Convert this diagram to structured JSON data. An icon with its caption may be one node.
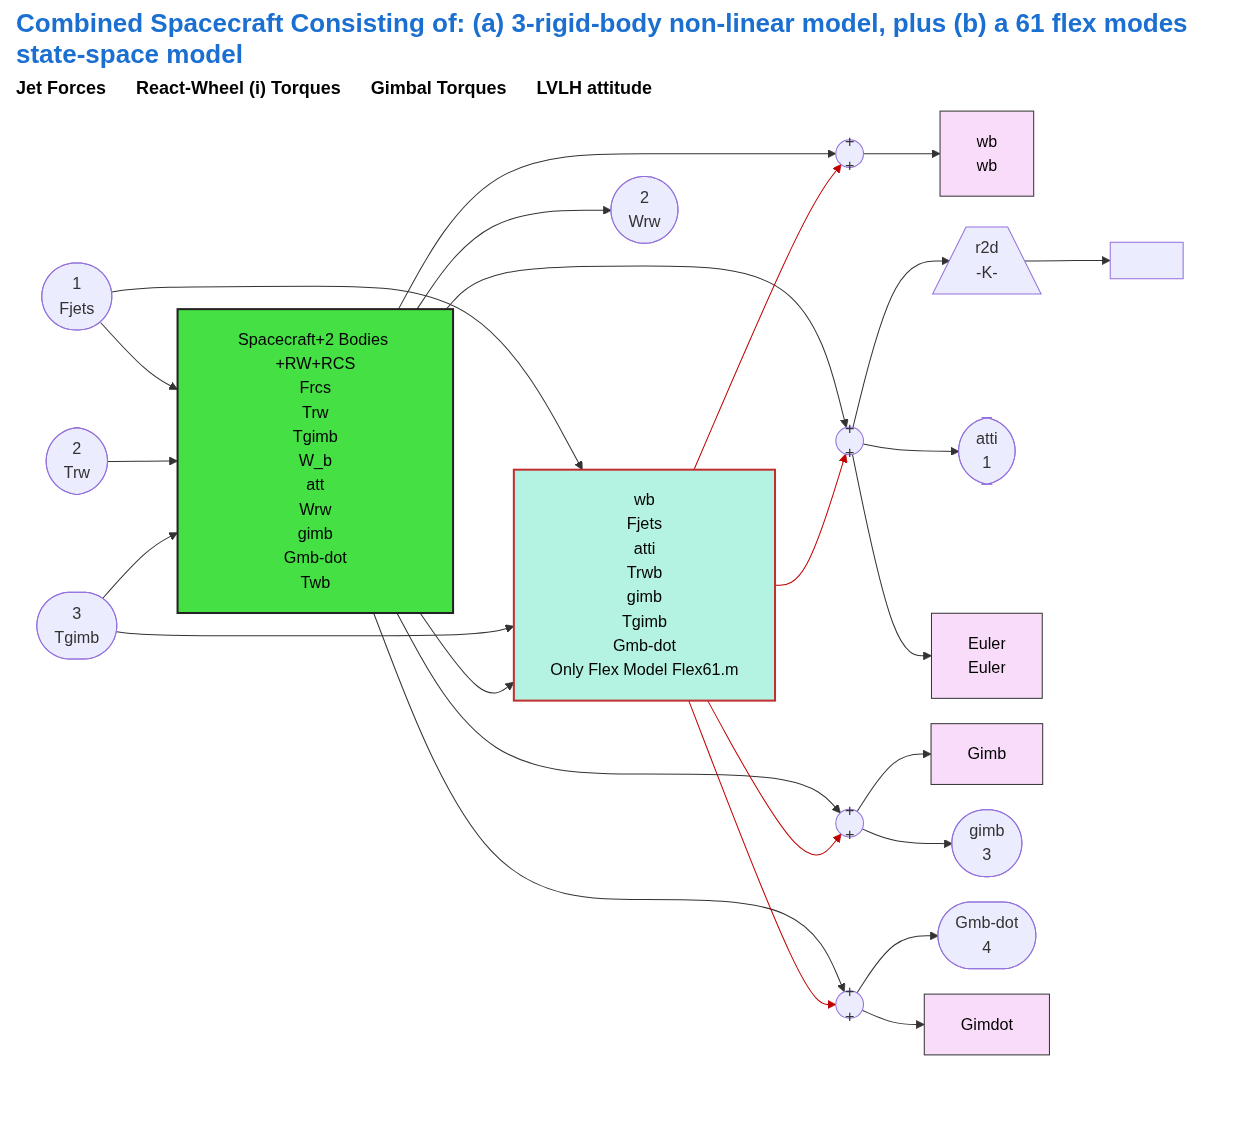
{
  "diagram": {
    "title": "Combined Spacecraft Consisting of: (a) 3-rigid-body non-linear model, plus (b) a 61 flex modes state-space model",
    "nodes": [
      {
        "text": [
          "1",
          "Fjets"
        ]
      },
      {
        "text": [
          "2",
          "Trw"
        ]
      },
      {
        "text": [
          "3",
          "Tgimb"
        ]
      },
      {
        "text": [
          "Spacecraft+2 Bodies +RW+RCS",
          "Frcs",
          "Trw",
          "Tgimb",
          "W_b",
          "att",
          "Wrw",
          "gimb",
          "Gmb-dot",
          "Twb"
        ]
      },
      {
        "text": [
          "wb",
          "Fjets",
          "atti",
          "Trwb",
          "gimb",
          "Tgimb",
          "Gmb-dot",
          "Only Flex Model Flex61.m"
        ]
      },
      {
        "text": [
          "+",
          "+"
        ]
      },
      {
        "text": [
          "+",
          "+"
        ]
      },
      {
        "text": [
          "wb",
          "wb"
        ]
      },
      {
        "text": [
          "r2d",
          "-K-"
        ]
      },
      {
        "text": [],
        "shape": "box"
      },
      {
        "text": [
          "atti",
          "1"
        ]
      },
      {
        "text": [
          "Euler",
          "Euler"
        ]
      },
      {
        "text": [
          "2",
          "Wrw"
        ]
      },
      {
        "text": [
          "+",
          "+"
        ]
      },
      {
        "text": [
          "+",
          "+"
        ]
      },
      {
        "text": [
          "Gimb"
        ]
      },
      {
        "text": [
          "gimb",
          "3"
        ]
      },
      {
        "text": [
          "Gmb-dot",
          "4"
        ]
      },
      {
        "text": [
          "Gimdot"
        ]
      }
    ],
    "edges": [
      {
        "from": 0,
        "to": 3,
        "arrow": "to"
      },
      {
        "from": 0,
        "to": 4,
        "arrow": "to"
      },
      {
        "from": 1,
        "to": 3,
        "arrow": "to"
      },
      {
        "from": 2,
        "to": 3,
        "arrow": "to"
      },
      {
        "from": 2,
        "to": 4,
        "arrow": "to"
      },
      {
        "from": 3,
        "to": 5,
        "arrow": "to"
      },
      {
        "from": 3,
        "to": 6,
        "arrow": "to"
      },
      {
        "from": 3,
        "to": 12,
        "arrow": "to"
      },
      {
        "from": 3,
        "to": 13,
        "arrow": "to"
      },
      {
        "from": 3,
        "to": 14,
        "arrow": "to"
      },
      {
        "from": 3,
        "to": 4,
        "arrow": "to"
      },
      {
        "from": 4,
        "to": 5,
        "arrow": "to",
        "color": "#c00000"
      },
      {
        "from": 4,
        "to": 6,
        "arrow": "to",
        "color": "#c00000"
      },
      {
        "from": 4,
        "to": 13,
        "arrow": "to",
        "color": "#c00000"
      },
      {
        "from": 4,
        "to": 14,
        "arrow": "to",
        "color": "#c00000"
      },
      {
        "from": 5,
        "to": 7,
        "arrow": "to"
      },
      {
        "from": 6,
        "to": 8,
        "arrow": "to"
      },
      {
        "from": 6,
        "to": 10,
        "arrow": "to"
      },
      {
        "from": 6,
        "to": 11,
        "arrow": "to"
      },
      {
        "from": 8,
        "to": 9,
        "arrow": "to"
      },
      {
        "from": 13,
        "to": 15,
        "arrow": "to"
      },
      {
        "from": 13,
        "to": 16,
        "arrow": "to"
      },
      {
        "from": 14,
        "to": 17,
        "arrow": "to"
      },
      {
        "from": 14,
        "to": 18,
        "arrow": "to"
      }
    ],
    "labels": [
      "Jet Forces",
      "React-Wheel (i) Torques",
      "Gimbal Torques",
      "LVLH attitude"
    ]
  }
}
